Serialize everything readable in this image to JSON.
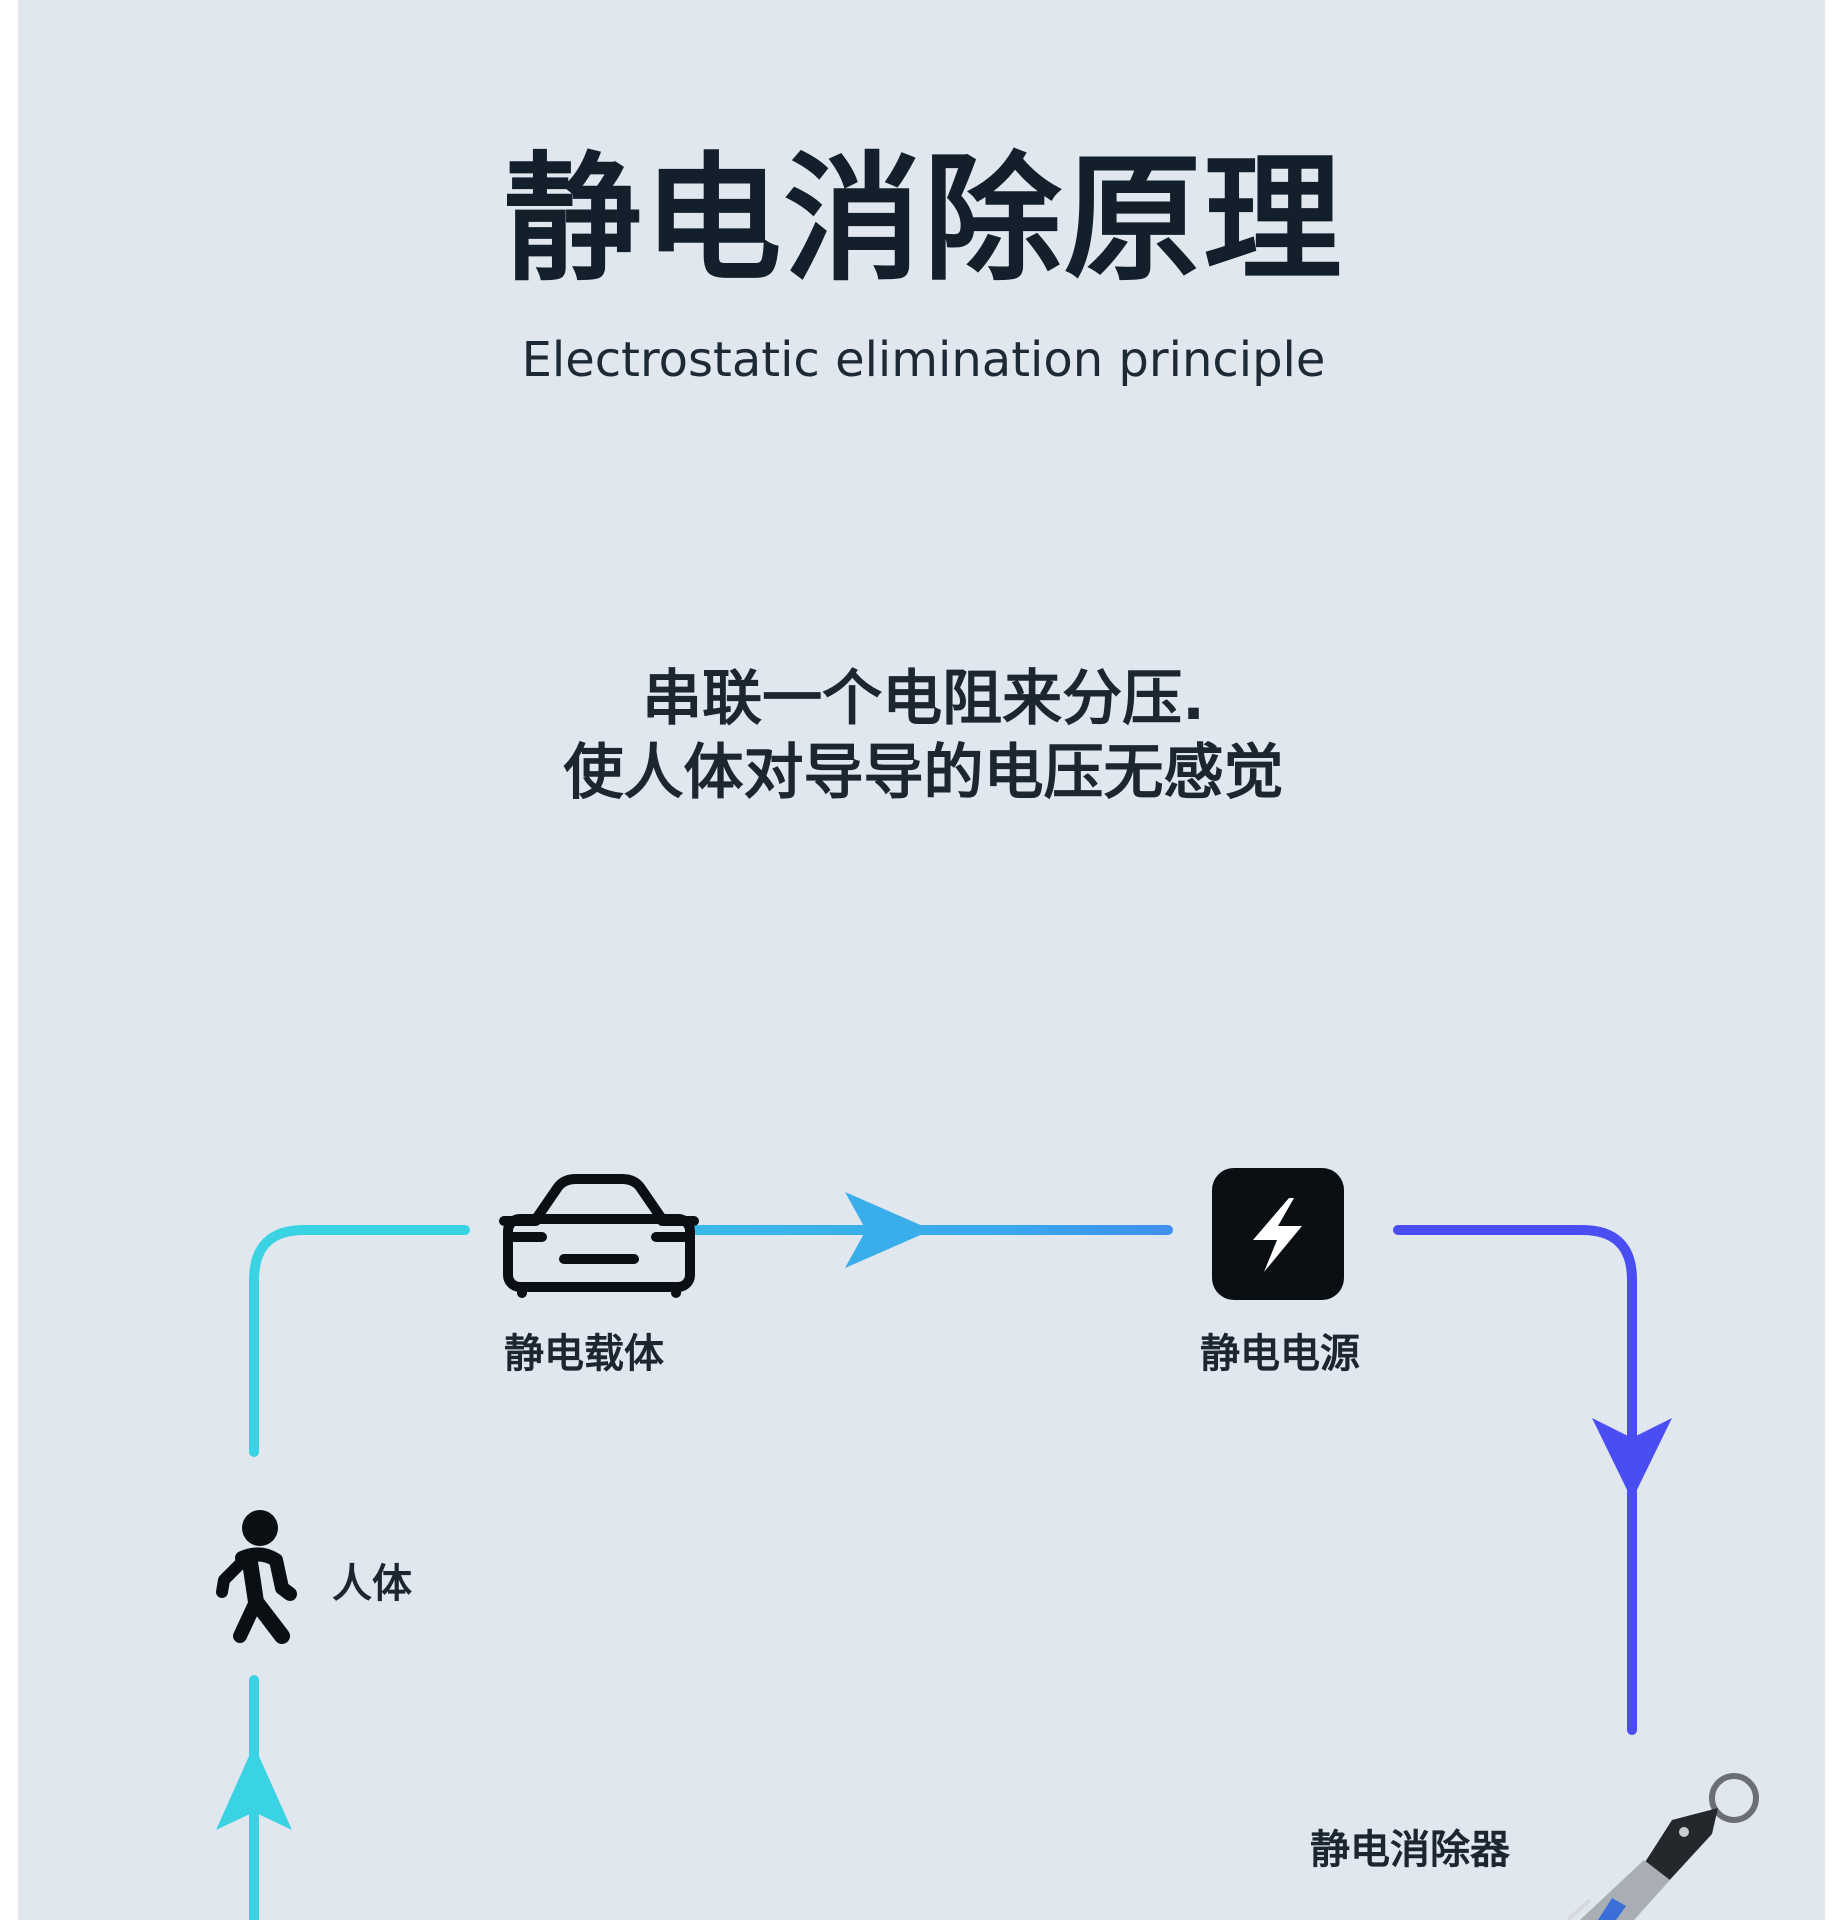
{
  "header": {
    "title": "静电消除原理",
    "subtitle": "Electrostatic elimination principle"
  },
  "description": {
    "line1": "串联一个电阻来分压.",
    "line2": "使人体对导导的电压无感觉"
  },
  "nodes": {
    "carrier": {
      "label": "静电载体",
      "icon": "car-icon"
    },
    "source": {
      "label": "静电电源",
      "icon": "lightning-icon"
    },
    "human": {
      "label": "人体",
      "icon": "walking-person-icon"
    },
    "eliminator": {
      "label": "静电消除器",
      "icon": "static-eliminator-keychain-icon"
    }
  },
  "colors": {
    "background": "#e1e7ef",
    "cyan": "#3ad3e3",
    "sky": "#3aa6ec",
    "blue": "#4a4ef2",
    "dark": "#13202b"
  }
}
